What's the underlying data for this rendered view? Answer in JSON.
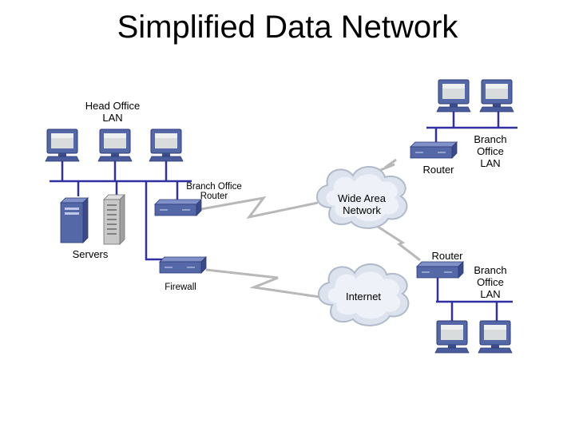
{
  "title": "Simplified Data Network",
  "colors": {
    "network_line": "#3030a0",
    "link_line": "#b8b8b8",
    "device_blue": "#5468a8",
    "monitor_screen": "#d8dcdc",
    "cloud_fill": "#dde3ee"
  },
  "labels": {
    "head_office_lan": "Head Office\nLAN",
    "servers": "Servers",
    "branch_office_router": "Branch Office\nRouter",
    "firewall": "Firewall",
    "wide_area_network": "Wide Area\nNetwork",
    "internet": "Internet",
    "router_top": "Router",
    "router_bottom": "Router",
    "branch_office_lan_top": "Branch\nOffice\nLAN",
    "branch_office_lan_bottom": "Branch\nOffice\nLAN"
  },
  "icons": {
    "computer": "desktop-computer-icon",
    "server": "server-tower-icon",
    "router": "router-icon",
    "firewall": "firewall-icon",
    "cloud": "cloud-icon"
  }
}
